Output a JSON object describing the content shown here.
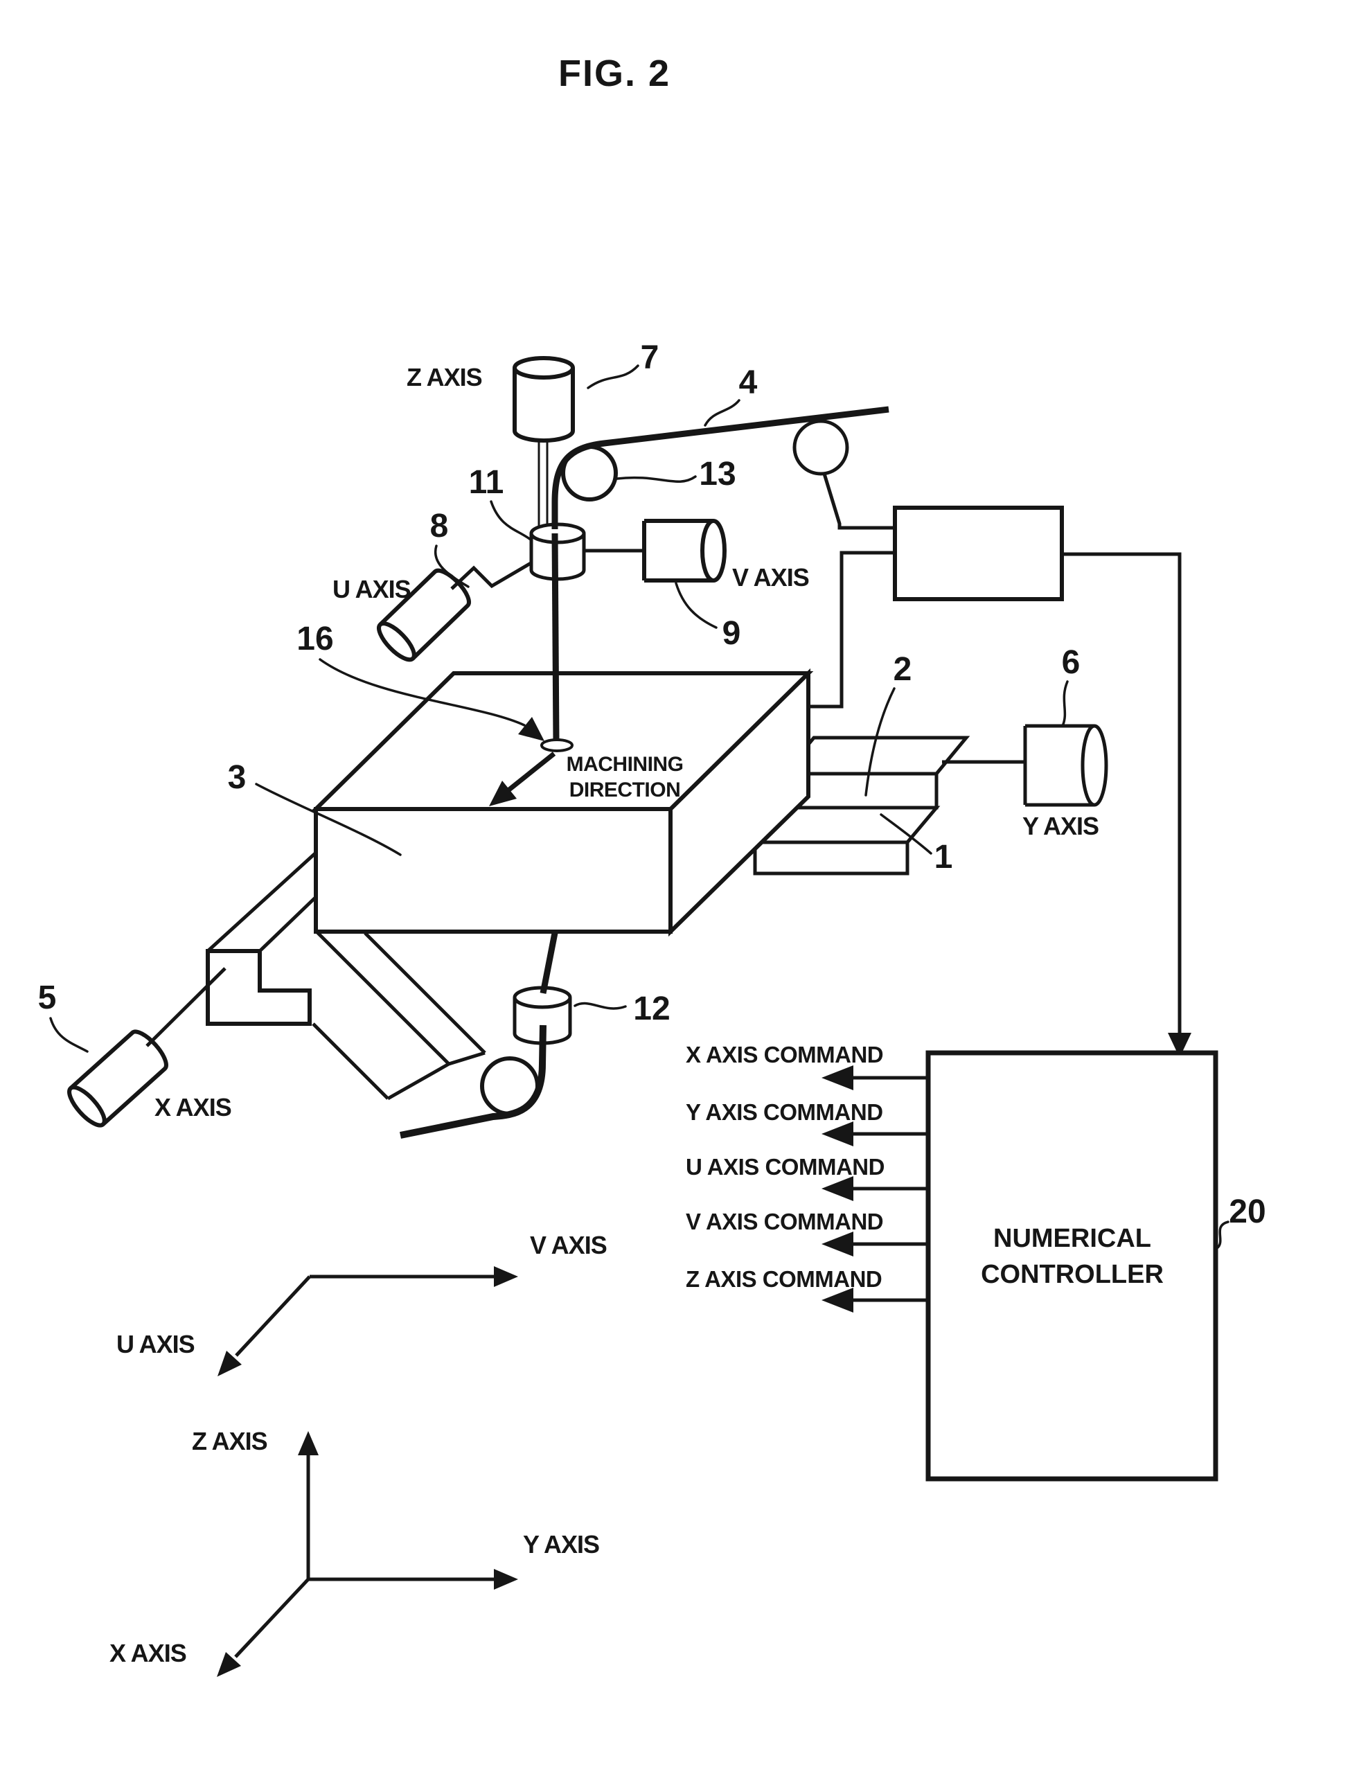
{
  "figure": {
    "title": "FIG. 2"
  },
  "machine_labels": {
    "z_axis": "Z AXIS",
    "u_axis": "U AXIS",
    "v_axis": "V AXIS",
    "x_axis": "X AXIS",
    "y_axis": "Y AXIS",
    "machining_line1": "MACHINING",
    "machining_line2": "DIRECTION"
  },
  "ref_numbers": {
    "r1": "1",
    "r2": "2",
    "r3": "3",
    "r4": "4",
    "r5": "5",
    "r6": "6",
    "r7": "7",
    "r8": "8",
    "r9": "9",
    "r11": "11",
    "r12": "12",
    "r13": "13",
    "r16": "16",
    "r20": "20"
  },
  "controller": {
    "line1": "NUMERICAL",
    "line2": "CONTROLLER",
    "commands": [
      "X AXIS COMMAND",
      "Y AXIS COMMAND",
      "U AXIS COMMAND",
      "V AXIS COMMAND",
      "Z AXIS COMMAND"
    ]
  },
  "coordinate_frames": {
    "upper": {
      "v": "V AXIS",
      "u": "U AXIS"
    },
    "lower": {
      "z": "Z AXIS",
      "y": "Y AXIS",
      "x": "X AXIS"
    }
  }
}
